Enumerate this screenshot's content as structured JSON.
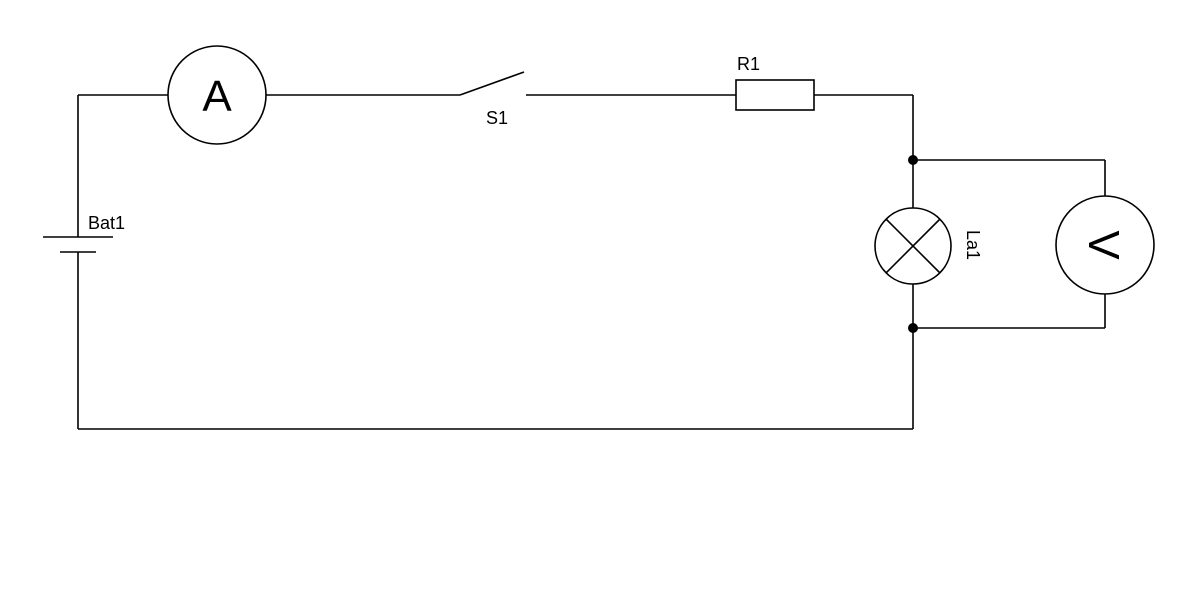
{
  "diagram": {
    "components": {
      "battery": {
        "label": "Bat1"
      },
      "ammeter": {
        "symbol": "A"
      },
      "switch": {
        "label": "S1"
      },
      "resistor": {
        "label": "R1"
      },
      "lamp": {
        "label": "La1"
      },
      "voltmeter": {
        "symbol": "V"
      }
    },
    "colors": {
      "line": "#000000",
      "background": "#ffffff"
    }
  }
}
